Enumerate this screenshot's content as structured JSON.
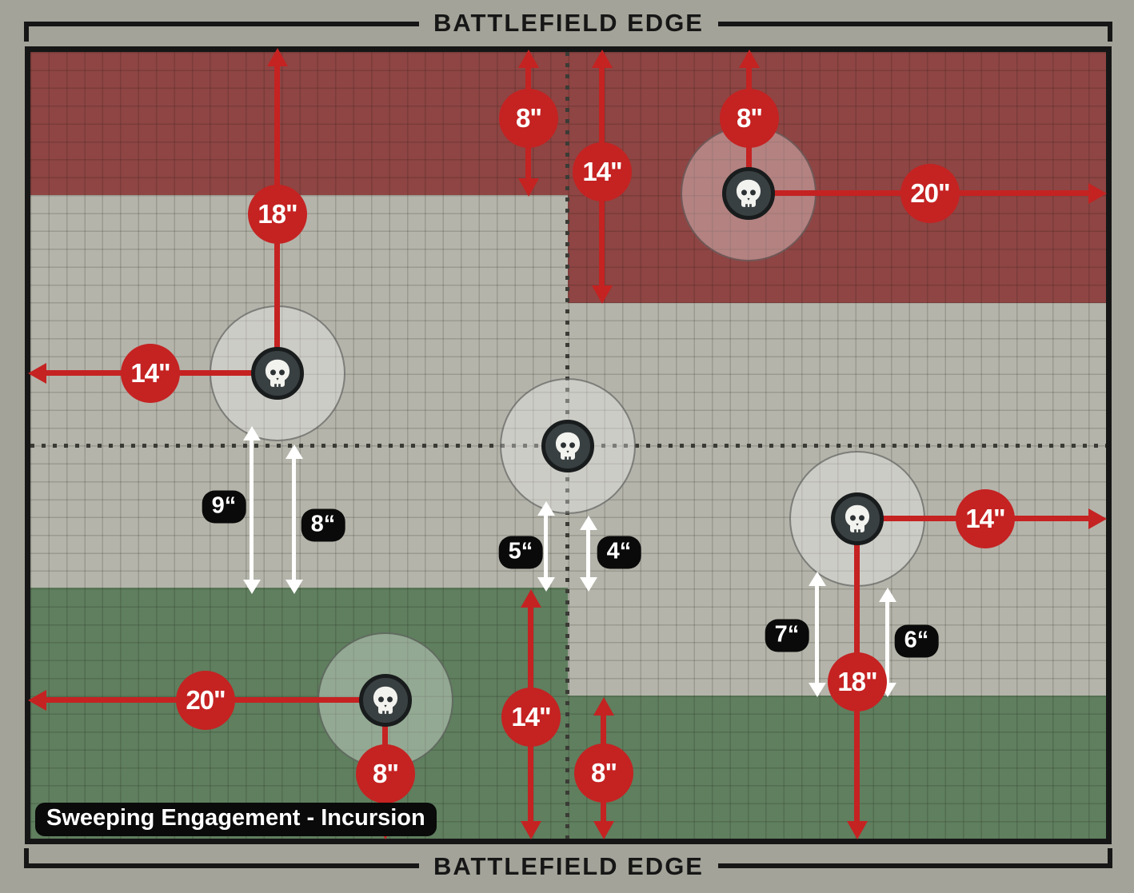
{
  "title": "Sweeping Engagement - Incursion",
  "edges": {
    "top": "BATTLEFIELD EDGE",
    "bottom": "BATTLEFIELD EDGE"
  },
  "colors": {
    "accent_red": "#c52222",
    "attacker_zone_red": "#8e4543",
    "defender_zone_green": "#5f7f5e",
    "field_gray": "#b4b4aa",
    "outer_background": "#a3a399"
  },
  "red_measurements": {
    "obj_left_to_top_edge": "18\"",
    "obj_left_to_left_edge": "14\"",
    "red_zone_left_depth": "8\"",
    "red_zone_right_depth": "14\"",
    "obj_topright_to_top_edge": "8\"",
    "obj_topright_to_right_edge": "20\"",
    "obj_right_to_right_edge": "14\"",
    "obj_right_to_bottom_edge": "18\"",
    "obj_bottomleft_to_left_edge": "20\"",
    "obj_bottomleft_to_bottom_edge": "8\"",
    "green_zone_left_depth": "14\"",
    "green_zone_right_depth": "8\""
  },
  "white_measurements": {
    "obj_left_circle_to_green": "9“",
    "obj_left_centerline_to_green": "8“",
    "obj_center_circle_to_green": "5“",
    "obj_center_gap_to_green": "4“",
    "obj_right_circle_to_green": "7“",
    "obj_right_gap_to_green": "6“"
  }
}
